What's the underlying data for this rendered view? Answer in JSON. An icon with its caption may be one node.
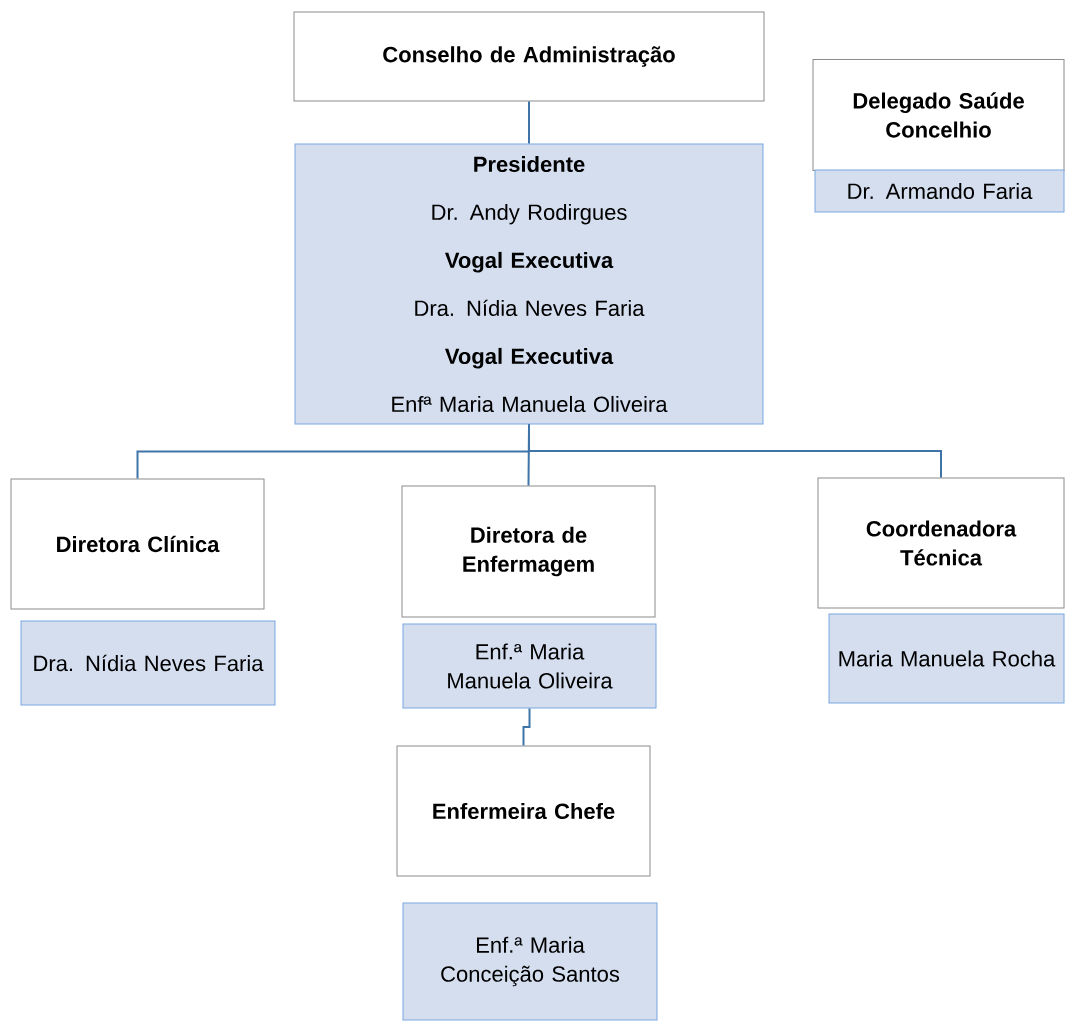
{
  "diagram": {
    "nodes": [
      {
        "text": [
          "Conselho de Administração"
        ]
      },
      {
        "text": [
          "Presidente",
          "Dr. Andy Rodirgues",
          "Vogal Executiva",
          "Dra. Nídia Neves Faria",
          "Vogal Executiva",
          "Enfª Maria Manuela Oliveira"
        ]
      },
      {
        "text": [
          "Delegado Saúde Concelhio"
        ]
      },
      {
        "text": [
          "Dr. Armando Faria"
        ]
      },
      {
        "text": [
          "Diretora Clínica"
        ]
      },
      {
        "text": [
          "Dra. Nídia Neves Faria"
        ]
      },
      {
        "text": [
          "Diretora de Enfermagem"
        ]
      },
      {
        "text": [
          "Enf.ª Maria Manuela Oliveira"
        ]
      },
      {
        "text": [
          "Coordenadora Técnica"
        ]
      },
      {
        "text": [
          "Maria Manuela Rocha"
        ]
      },
      {
        "text": [
          "Enfermeira Chefe"
        ]
      },
      {
        "text": [
          "Enf.ª Maria Conceição Santos"
        ]
      }
    ],
    "edges": [
      {
        "from": 0,
        "to": 1,
        "arrow": "none"
      },
      {
        "from": 1,
        "to": 4,
        "arrow": "none"
      },
      {
        "from": 1,
        "to": 6,
        "arrow": "none"
      },
      {
        "from": 1,
        "to": 8,
        "arrow": "none"
      },
      {
        "from": 7,
        "to": 10,
        "arrow": "none"
      }
    ]
  }
}
